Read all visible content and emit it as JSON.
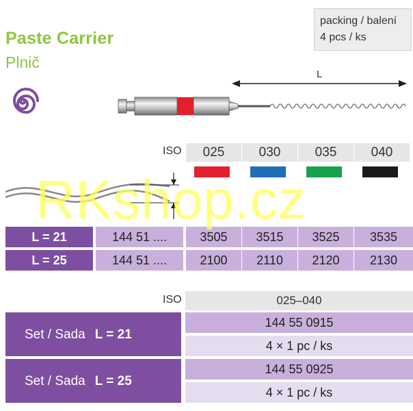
{
  "product": {
    "title": "Paste Carrier",
    "subtitle": "Plnič",
    "icon": "spiral-icon",
    "accent_color": "#8dc63f",
    "spiral_color": "#7e4fa0"
  },
  "packing": {
    "line1": "packing / balení",
    "line2": "4 pcs / ks"
  },
  "dimension_label": "L",
  "iso_table": {
    "iso_label": "ISO",
    "sizes": [
      {
        "size": "025",
        "color": "#e3202b"
      },
      {
        "size": "030",
        "color": "#1f6fb8"
      },
      {
        "size": "035",
        "color": "#14a34a"
      },
      {
        "size": "040",
        "color": "#1a1a1a"
      }
    ],
    "rows": [
      {
        "label": "L = 21",
        "prefix": "144 51 ....",
        "codes": [
          "3505",
          "3515",
          "3525",
          "3535"
        ]
      },
      {
        "label": "L = 25",
        "prefix": "144 51 ....",
        "codes": [
          "2100",
          "2110",
          "2120",
          "2130"
        ]
      }
    ]
  },
  "set_table": {
    "iso_label": "ISO",
    "range": "025–040",
    "rows": [
      {
        "label": "Set / Sada",
        "length": "L = 21",
        "code": "144 55 0915",
        "qty": "4 × 1 pc / ks"
      },
      {
        "label": "Set / Sada",
        "length": "L = 25",
        "code": "144 55 0925",
        "qty": "4 × 1 pc / ks"
      }
    ]
  },
  "watermark": "RKshop.cz"
}
